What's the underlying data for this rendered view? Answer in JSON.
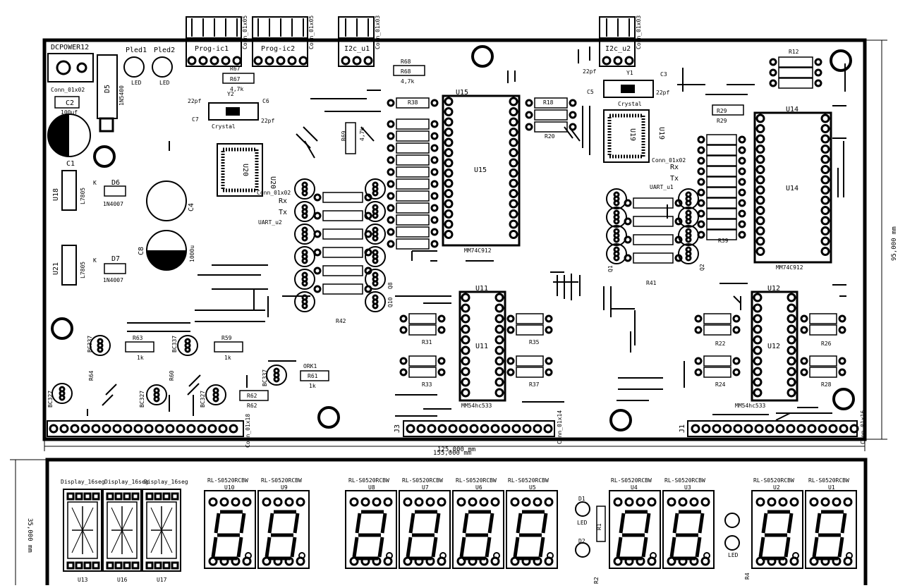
{
  "board": {
    "dim_width": "155,000 mm",
    "dim_width_overlay": "125,000 mm",
    "dim_height": "95,000 mm"
  },
  "display_board": {
    "dim_height": "35,000 mm"
  },
  "headers": {
    "prog_ic1": "Prog-ic1",
    "prog_ic2": "Prog-ic2",
    "i2c_u1": "I2c_u1",
    "i2c_u2": "I2c_u2",
    "conn_1x05": "Conn_01x05",
    "conn_1x03": "Conn_01x03",
    "conn_1x18": "Conn_01x18",
    "conn_1x14": "Conn_01x14",
    "conn_1x16": "Conn_01x16",
    "j3": "J3",
    "j1": "J1"
  },
  "labels": {
    "dcpower": "DCPOWER12",
    "pled1": "Pled1",
    "pled2": "Pled2",
    "led": "LED",
    "conn_1x02": "Conn_01x02",
    "c2": "C2",
    "c2_val": "100uf",
    "c1": "C1",
    "d5": "D5",
    "in5400": "1N5400",
    "u18": "U18",
    "l7805": "L7805",
    "d6": "D6",
    "d7": "D7",
    "in4007": "1N4007",
    "u21": "U21",
    "c4": "C4",
    "c8": "C8",
    "c8_val": "1000u",
    "u20": "U20",
    "u19": "U19",
    "u15": "U15",
    "u14": "U14",
    "u11": "U11",
    "u12": "U12",
    "r68": "R68",
    "r67": "R67",
    "r69": "R69",
    "r29": "R29",
    "r12": "R12",
    "r38": "R38",
    "r18": "R18",
    "r20": "R20",
    "mm74c912": "MM74C912",
    "mm54hc533": "MM54hc533",
    "rx": "Rx",
    "tx": "Tx",
    "uart_u1": "UART_u1",
    "uart_u2": "UART_u2",
    "c6": "C6",
    "c7": "C7",
    "c3": "C3",
    "c5": "C5",
    "y1": "Y1",
    "y2": "Y2",
    "pf22": "22pf",
    "k47": "4,7k",
    "k1": "1k",
    "bc327": "BC327",
    "bc337": "BC337",
    "r63": "R63",
    "r59": "R59",
    "r64": "R64",
    "r60": "R60",
    "r61": "R61",
    "r62": "R62",
    "ork1": "ORK1",
    "crystal": "Crystal",
    "q1": "Q1",
    "q2": "Q2",
    "q8": "Q8",
    "q10": "Q10",
    "r42": "R42",
    "r41": "R41",
    "r22": "R22",
    "r24": "R24",
    "r26": "R26",
    "r28": "R28",
    "r31": "R31",
    "r33": "R33",
    "r35": "R35",
    "r37": "R37",
    "r39": "R39",
    "k": "K"
  },
  "display": {
    "display_16seg": "Display_16seg",
    "rl_s0520": "RL-S0520RCBW",
    "u13": "U13",
    "u16": "U16",
    "u17": "U17",
    "u10": "U10",
    "u9": "U9",
    "u8": "U8",
    "u7": "U7",
    "u6": "U6",
    "u5": "U5",
    "u4": "U4",
    "u3": "U3",
    "u2": "U2",
    "u1": "U1",
    "d1": "D1",
    "d2": "D2",
    "r1": "R1",
    "r2": "R2",
    "r4": "R4"
  }
}
